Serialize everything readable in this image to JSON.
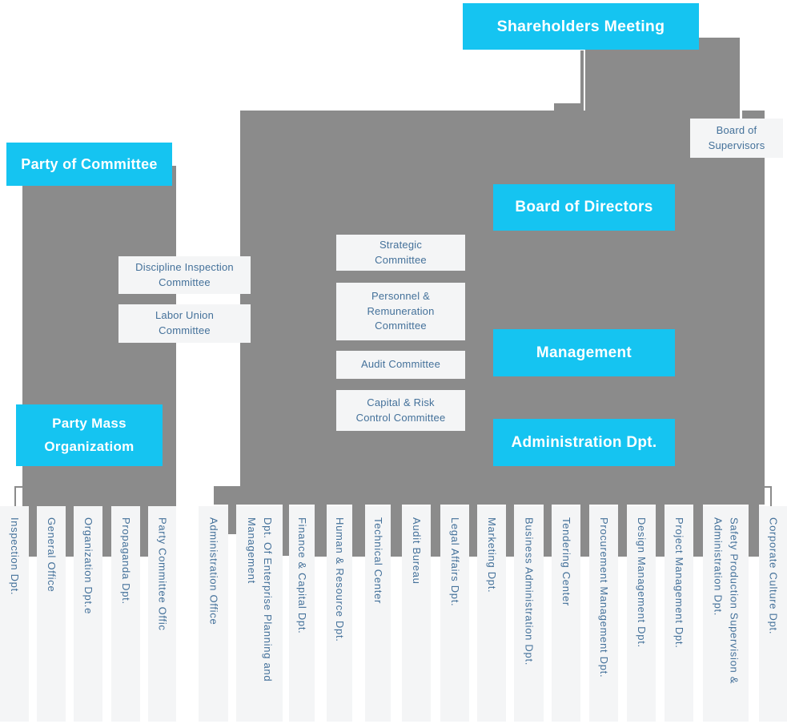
{
  "palette": {
    "accent": "#15c4f1",
    "gray": "#8b8b8b",
    "panel_bg": "#f4f5f6",
    "panel_text": "#44719a",
    "white_text": "#ffffff"
  },
  "nodes": {
    "shareholders": "Shareholders Meeting",
    "board_supervisors": "Board of Supervisors",
    "party_committee": "Party of Committee",
    "board_directors": "Board of Directors",
    "discipline_inspection": "Discipline Inspection Committee",
    "labor_union": "Labor Union Committee",
    "strategic": "Strategic Committee",
    "personnel_remuneration": "Personnel & Remuneration Committee",
    "audit": "Audit Committee",
    "capital_risk": "Capital & Risk Control Committee",
    "management": "Management",
    "party_mass": "Party Mass Organizatiom",
    "administration": "Administration Dpt."
  },
  "left_departments": [
    "Inspection Dpt.",
    "General Office",
    "Organization Dpt.e",
    "Propaganda Dpt.",
    "Party Committee Offic"
  ],
  "right_departments": [
    "Administration Office",
    "Dpt. Of Enterprise Planning and Management",
    "Finance & Capital Dpt.",
    "Human & Resource Dpt.",
    "Technical Center",
    "Audit Bureau",
    "Legal Affairs Dpt.",
    "Marketing Dpt.",
    "Business Administration Dpt.",
    "Tendering Center",
    "Procurement Management Dpt.",
    "Design Management Dpt.",
    "Project Management Dpt.",
    "Safety Production Supervision & Administration Dpt.",
    "Corporate Culture Dpt."
  ]
}
